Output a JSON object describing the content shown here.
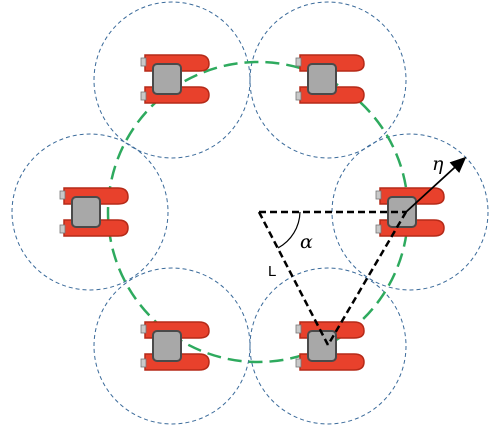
{
  "labels": {
    "eta": "η",
    "alpha": "α",
    "length": "L"
  },
  "colors": {
    "formation_circle": "#2eaa5e",
    "range_circle": "#3a6a9a",
    "robot_body": "#e8412c",
    "robot_chassis": "#a8a8a8",
    "guide_lines": "#000000"
  },
  "robots": [
    {
      "name": "robot-top-left",
      "role": "formation-agent"
    },
    {
      "name": "robot-top-right",
      "role": "formation-agent"
    },
    {
      "name": "robot-left",
      "role": "formation-agent"
    },
    {
      "name": "robot-right",
      "role": "formation-agent"
    },
    {
      "name": "robot-bottom-left",
      "role": "formation-agent"
    },
    {
      "name": "robot-bottom-right",
      "role": "formation-agent"
    }
  ]
}
